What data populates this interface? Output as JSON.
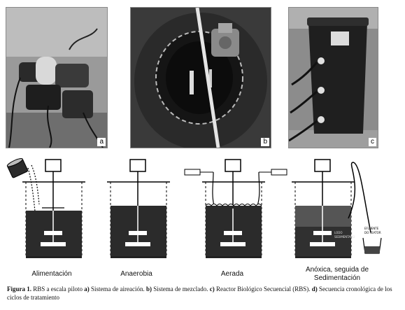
{
  "photos": [
    {
      "label": "a"
    },
    {
      "label": "b"
    },
    {
      "label": "c"
    }
  ],
  "stages": [
    {
      "label": "Alimentación"
    },
    {
      "label": "Anaerobia"
    },
    {
      "label": "Aerada"
    },
    {
      "label": "Anóxica, seguida de Sedimentación"
    }
  ],
  "annotations": {
    "lodo_sedimentado": "LODO SEDIMENTADO",
    "efluente": "EFLUENTE DO REATOR"
  },
  "caption": {
    "fig": "Figura 1.",
    "intro": "RBS a escala piloto",
    "a_key": "a)",
    "a_text": "Sistema de aireación.",
    "b_key": "b)",
    "b_text": "Sistema de mezclado.",
    "c_key": "c)",
    "c_text": "Reactor Biológico Secuencial (RBS).",
    "d_key": "d)",
    "d_text": "Secuencia cronológica de los ciclos de tratamiento"
  },
  "colors": {
    "liquid": "#2b2b2b",
    "sludge_top": "#555555",
    "sludge_bottom": "#303030"
  }
}
